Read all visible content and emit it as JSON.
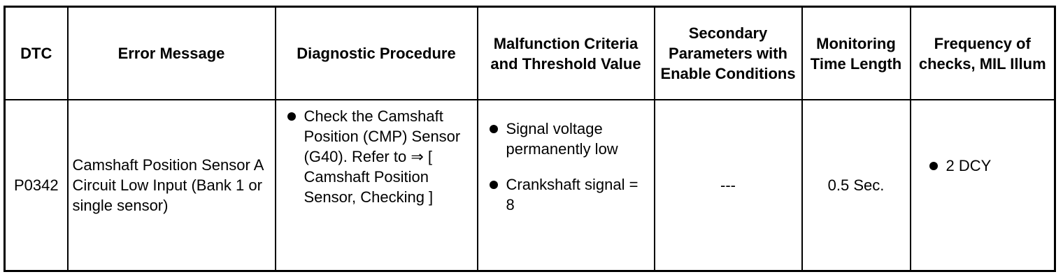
{
  "table": {
    "headers": {
      "dtc": "DTC",
      "error_message": "Error Message",
      "diagnostic_procedure": "Diagnostic Procedure",
      "malfunction_criteria": "Malfunction Criteria and Threshold Value",
      "secondary_parameters": "Secondary Parameters with Enable Conditions",
      "monitoring_time": "Monitoring Time Length",
      "frequency": "Frequency of checks, MIL Illum"
    },
    "row": {
      "dtc": "P0342",
      "error_message": "Camshaft Position Sensor A Circuit Low Input (Bank 1 or single sensor)",
      "diagnostic_procedure": [
        "Check the Camshaft Position (CMP) Sensor (G40). Refer to ⇒ [ Camshaft Position Sensor, Checking ]"
      ],
      "malfunction_criteria": [
        "Signal voltage permanently low",
        "Crankshaft signal = 8"
      ],
      "secondary_parameters": "---",
      "monitoring_time": "0.5 Sec.",
      "frequency": [
        "2 DCY"
      ]
    }
  }
}
